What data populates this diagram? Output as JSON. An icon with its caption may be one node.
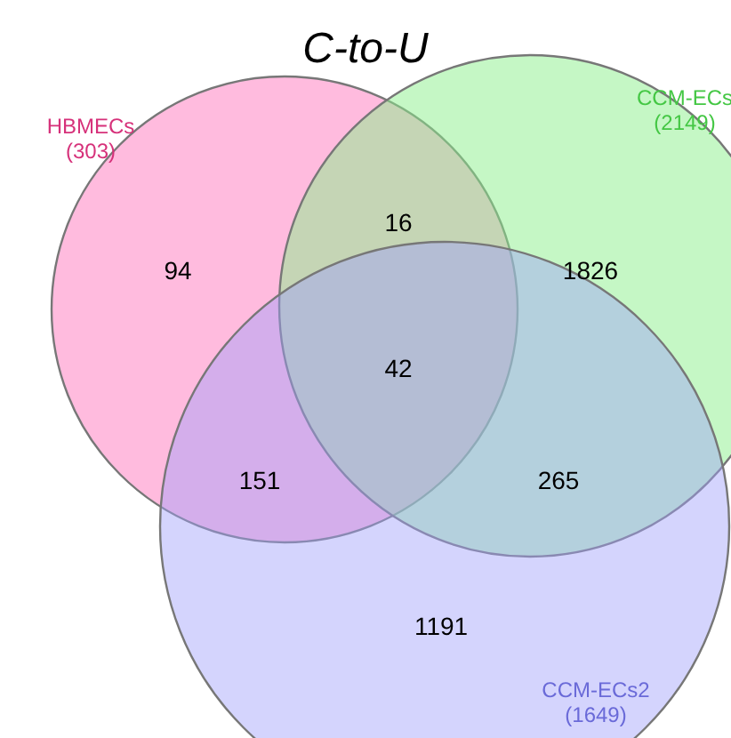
{
  "diagram": {
    "title": "C-to-U",
    "nodes": [
      {
        "text": [
          "HBMECs",
          "(303)"
        ]
      },
      {
        "text": [
          "CCM-ECs",
          "(2149)"
        ]
      },
      {
        "text": [
          "CCM-ECs2",
          "(1649)"
        ]
      }
    ],
    "edges": [],
    "labels": [
      "16",
      "94",
      "1826",
      "42",
      "151",
      "265",
      "1191"
    ]
  }
}
